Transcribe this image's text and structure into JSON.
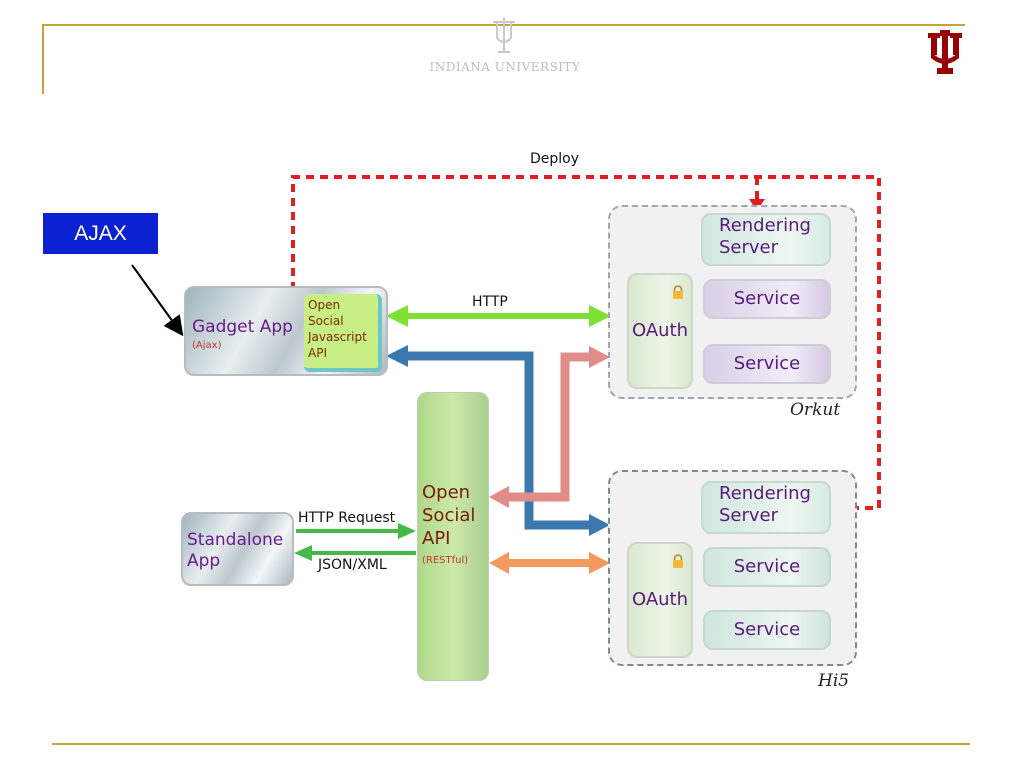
{
  "header": {
    "university": "INDIANA UNIVERSITY"
  },
  "badge": {
    "label": "AJAX"
  },
  "diagram": {
    "deploy_label": "Deploy",
    "http_label": "HTTP",
    "http_request_label": "HTTP Request",
    "json_xml_label": "JSON/XML",
    "gadget": {
      "title": "Gadget App",
      "subtitle": "(Ajax)",
      "api_lines": [
        "Open",
        "Social",
        "Javascript",
        "API"
      ]
    },
    "standalone": {
      "line1": "Standalone",
      "line2": "App"
    },
    "opensocial": {
      "lines": [
        "Open",
        "Social",
        "API"
      ],
      "subtitle": "(RESTful)"
    },
    "orkut": {
      "name": "Orkut",
      "rendering": [
        "Rendering",
        "Server"
      ],
      "oauth": "OAuth",
      "services": [
        "Service",
        "Service"
      ]
    },
    "hi5": {
      "name": "Hi5",
      "rendering": [
        "Rendering",
        "Server"
      ],
      "oauth": "OAuth",
      "services": [
        "Service",
        "Service"
      ]
    }
  },
  "colors": {
    "deploy": "#e02020",
    "http": "#7ee033",
    "blue": "#3b78ad",
    "pink": "#e08c88",
    "green_req": "#46b848",
    "orange": "#f29a5e",
    "badge": "#0a22d0"
  }
}
